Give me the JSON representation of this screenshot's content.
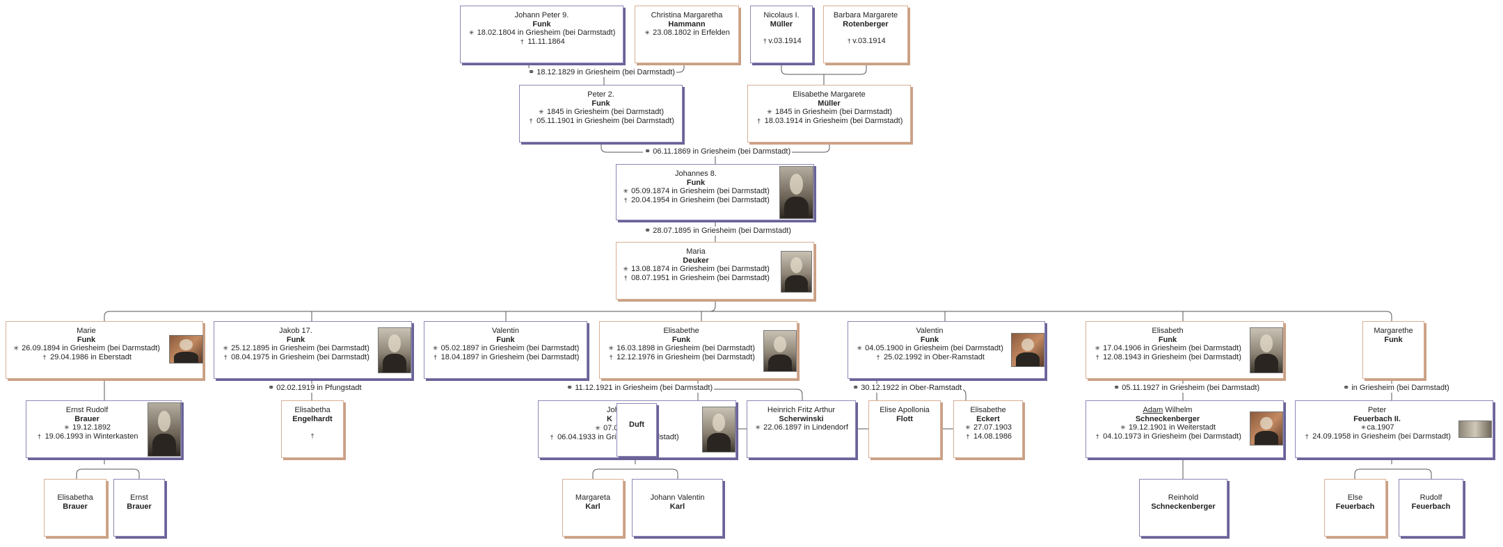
{
  "people": {
    "jp9": {
      "name": "Johann Peter 9.",
      "surname": "Funk",
      "birth": "18.02.1804 in Griesheim (bei Darmstadt)",
      "death": "11.11.1864"
    },
    "cm": {
      "name": "Christina Margaretha",
      "surname": "Hammann",
      "birth": "23.08.1802 in Erfelden"
    },
    "nm": {
      "name": "Nicolaus I.",
      "surname": "Müller",
      "death": "v.03.1914"
    },
    "bm": {
      "name": "Barbara Margarete",
      "surname": "Rotenberger",
      "death": "v.03.1914"
    },
    "p2": {
      "name": "Peter 2.",
      "surname": "Funk",
      "birth": "1845 in Griesheim (bei Darmstadt)",
      "death": "05.11.1901 in Griesheim (bei Darmstadt)"
    },
    "em": {
      "name": "Elisabethe Margarete",
      "surname": "Müller",
      "birth": "1845 in Griesheim (bei Darmstadt)",
      "death": "18.03.1914 in Griesheim (bei Darmstadt)"
    },
    "j8": {
      "name": "Johannes 8.",
      "surname": "Funk",
      "birth": "05.09.1874 in Griesheim (bei Darmstadt)",
      "death": "20.04.1954 in Griesheim (bei Darmstadt)"
    },
    "md": {
      "name": "Maria",
      "surname": "Deuker",
      "birth": "13.08.1874 in Griesheim (bei Darmstadt)",
      "death": "08.07.1951 in Griesheim (bei Darmstadt)"
    },
    "mf": {
      "name": "Marie",
      "surname": "Funk",
      "birth": "26.09.1894 in Griesheim (bei Darmstadt)",
      "death": "29.04.1986 in Eberstadt"
    },
    "j17": {
      "name": "Jakob 17.",
      "surname": "Funk",
      "birth": "25.12.1895 in Griesheim (bei Darmstadt)",
      "death": "08.04.1975 in Griesheim (bei Darmstadt)"
    },
    "vf1": {
      "name": "Valentin",
      "surname": "Funk",
      "birth": "05.02.1897 in Griesheim (bei Darmstadt)",
      "death": "18.04.1897 in Griesheim (bei Darmstadt)"
    },
    "ef": {
      "name": "Elisabethe",
      "surname": "Funk",
      "birth": "16.03.1898 in Griesheim (bei Darmstadt)",
      "death": "12.12.1976 in Griesheim (bei Darmstadt)"
    },
    "vf2": {
      "name": "Valentin",
      "surname": "Funk",
      "birth": "04.05.1900 in Griesheim (bei Darmstadt)",
      "death": "25.02.1992 in Ober-Ramstadt"
    },
    "ebf": {
      "name": "Elisabeth",
      "surname": "Funk",
      "birth": "17.04.1906 in Griesheim (bei Darmstadt)",
      "death": "12.08.1943 in Griesheim (bei Darmstadt)"
    },
    "mgf": {
      "name": "Margarethe",
      "surname": "Funk"
    },
    "erb": {
      "name": "Ernst Rudolf",
      "surname": "Brauer",
      "birth": "19.12.1892",
      "death": "19.06.1993 in Winterkasten"
    },
    "ee": {
      "name": "Elisabetha",
      "surname": "Engelhardt",
      "death": ""
    },
    "jk": {
      "name_part": "Joh",
      "surname_part": "K",
      "birth_part": "07.06.1",
      "death_part": "06.04.1933 in Grie",
      "death_tail": "dstadt)"
    },
    "duft": {
      "label": "Duft"
    },
    "hfs": {
      "name": "Heinrich Fritz Arthur",
      "surname": "Scherwinski",
      "birth": "22.06.1897 in Lindendorf"
    },
    "eaf": {
      "name": "Elise Apollonia",
      "surname": "Flott"
    },
    "ebe": {
      "name": "Elisabethe",
      "surname": "Eckert",
      "birth": "27.07.1903",
      "death": "14.08.1986"
    },
    "aws": {
      "name_u": "Adam",
      "name_rest": " Wilhelm",
      "surname": "Schneckenberger",
      "birth": "19.12.1901 in Weiterstadt",
      "death": "04.10.1973 in Griesheim (bei Darmstadt)"
    },
    "pf2": {
      "name": "Peter",
      "surname": "Feuerbach II.",
      "birth": "ca.1907",
      "death": "24.09.1958 in Griesheim (bei Darmstadt)"
    },
    "eb": {
      "name": "Elisabetha",
      "surname": "Brauer"
    },
    "erb2": {
      "name": "Ernst",
      "surname": "Brauer"
    },
    "mk": {
      "name": "Margareta",
      "surname": "Karl"
    },
    "jvk": {
      "name": "Johann Valentin",
      "surname": "Karl"
    },
    "rs": {
      "name": "Reinhold",
      "surname": "Schneckenberger"
    },
    "elf": {
      "name": "Else",
      "surname": "Feuerbach"
    },
    "rf": {
      "name": "Rudolf",
      "surname": "Feuerbach"
    }
  },
  "marriages": {
    "m1": "18.12.1829 in Griesheim (bei Darmstadt)",
    "m2": "06.11.1869 in Griesheim (bei Darmstadt)",
    "m3": "28.07.1895 in Griesheim (bei Darmstadt)",
    "m4": "02.02.1919 in Pfungstadt",
    "m5": "11.12.1921 in Griesheim (bei Darmstadt)",
    "m6": "30.12.1922 in Ober-Ramstadt",
    "m7": "05.11.1927 in Griesheim (bei Darmstadt)",
    "m8": "in Griesheim (bei Darmstadt)"
  },
  "symbols": {
    "birth": "✳",
    "death": "†",
    "marriage": "⚭"
  },
  "colors": {
    "male_border": "#8c86b5",
    "female_border": "#d8ae95",
    "line": "#555555"
  }
}
